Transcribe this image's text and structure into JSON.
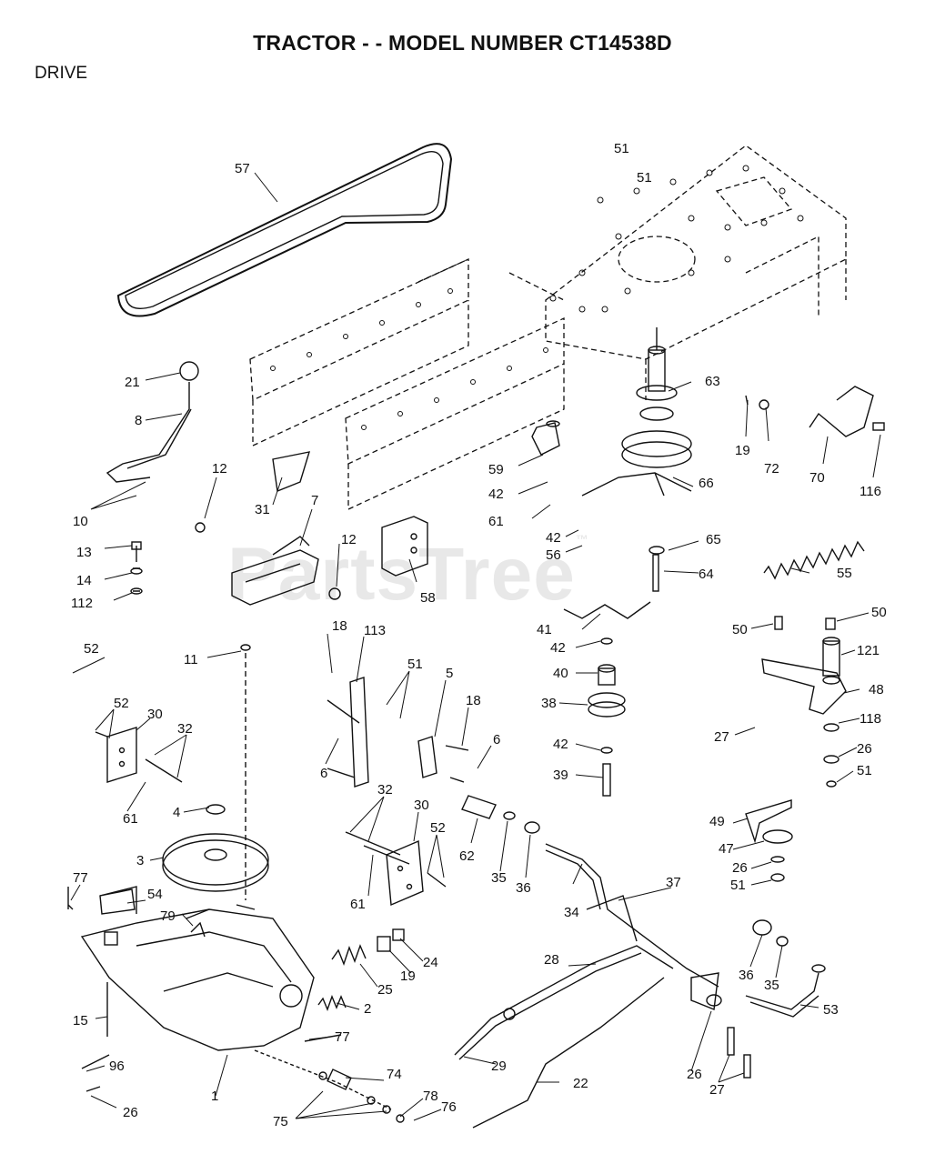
{
  "header": {
    "title": "TRACTOR - - MODEL NUMBER CT14538D",
    "section": "DRIVE"
  },
  "watermark": "PartsTree",
  "callouts": [
    {
      "id": "c57",
      "text": "57"
    },
    {
      "id": "c51a",
      "text": "51"
    },
    {
      "id": "c51b",
      "text": "51"
    },
    {
      "id": "c21",
      "text": "21"
    },
    {
      "id": "c8",
      "text": "8"
    },
    {
      "id": "c63",
      "text": "63"
    },
    {
      "id": "c19",
      "text": "19"
    },
    {
      "id": "c72",
      "text": "72"
    },
    {
      "id": "c70",
      "text": "70"
    },
    {
      "id": "c116",
      "text": "116"
    },
    {
      "id": "c12a",
      "text": "12"
    },
    {
      "id": "c7",
      "text": "7"
    },
    {
      "id": "c59",
      "text": "59"
    },
    {
      "id": "c66",
      "text": "66"
    },
    {
      "id": "c10",
      "text": "10"
    },
    {
      "id": "c31",
      "text": "31"
    },
    {
      "id": "c42a",
      "text": "42"
    },
    {
      "id": "c61a",
      "text": "61"
    },
    {
      "id": "c42b",
      "text": "42"
    },
    {
      "id": "c56",
      "text": "56"
    },
    {
      "id": "c65",
      "text": "65"
    },
    {
      "id": "c13",
      "text": "13"
    },
    {
      "id": "c12b",
      "text": "12"
    },
    {
      "id": "c64",
      "text": "64"
    },
    {
      "id": "c55",
      "text": "55"
    },
    {
      "id": "c14",
      "text": "14"
    },
    {
      "id": "c58",
      "text": "58"
    },
    {
      "id": "c112",
      "text": "112"
    },
    {
      "id": "c41",
      "text": "41"
    },
    {
      "id": "c50a",
      "text": "50"
    },
    {
      "id": "c50b",
      "text": "50"
    },
    {
      "id": "c18a",
      "text": "18"
    },
    {
      "id": "c113",
      "text": "113"
    },
    {
      "id": "c42c",
      "text": "42"
    },
    {
      "id": "c52a",
      "text": "52"
    },
    {
      "id": "c121",
      "text": "121"
    },
    {
      "id": "c11",
      "text": "11"
    },
    {
      "id": "c51c",
      "text": "51"
    },
    {
      "id": "c5",
      "text": "5"
    },
    {
      "id": "c40",
      "text": "40"
    },
    {
      "id": "c48",
      "text": "48"
    },
    {
      "id": "c52b",
      "text": "52"
    },
    {
      "id": "c30a",
      "text": "30"
    },
    {
      "id": "c32a",
      "text": "32"
    },
    {
      "id": "c18b",
      "text": "18"
    },
    {
      "id": "c38",
      "text": "38"
    },
    {
      "id": "c27a",
      "text": "27"
    },
    {
      "id": "c118",
      "text": "118"
    },
    {
      "id": "c6a",
      "text": "6"
    },
    {
      "id": "c6b",
      "text": "6"
    },
    {
      "id": "c42d",
      "text": "42"
    },
    {
      "id": "c26a",
      "text": "26"
    },
    {
      "id": "c61b",
      "text": "61"
    },
    {
      "id": "c39",
      "text": "39"
    },
    {
      "id": "c51d",
      "text": "51"
    },
    {
      "id": "c32b",
      "text": "32"
    },
    {
      "id": "c4",
      "text": "4"
    },
    {
      "id": "c30b",
      "text": "30"
    },
    {
      "id": "c52c",
      "text": "52"
    },
    {
      "id": "c49",
      "text": "49"
    },
    {
      "id": "c62",
      "text": "62"
    },
    {
      "id": "c47",
      "text": "47"
    },
    {
      "id": "c3",
      "text": "3"
    },
    {
      "id": "c35a",
      "text": "35"
    },
    {
      "id": "c36a",
      "text": "36"
    },
    {
      "id": "c26b",
      "text": "26"
    },
    {
      "id": "c61c",
      "text": "61"
    },
    {
      "id": "c37",
      "text": "37"
    },
    {
      "id": "c51e",
      "text": "51"
    },
    {
      "id": "c77a",
      "text": "77"
    },
    {
      "id": "c54",
      "text": "54"
    },
    {
      "id": "c34",
      "text": "34"
    },
    {
      "id": "c79",
      "text": "79"
    },
    {
      "id": "c24",
      "text": "24"
    },
    {
      "id": "c28",
      "text": "28"
    },
    {
      "id": "c36b",
      "text": "36"
    },
    {
      "id": "c35b",
      "text": "35"
    },
    {
      "id": "c19b",
      "text": "19"
    },
    {
      "id": "c25",
      "text": "25"
    },
    {
      "id": "c53",
      "text": "53"
    },
    {
      "id": "c2",
      "text": "2"
    },
    {
      "id": "c15",
      "text": "15"
    },
    {
      "id": "c77b",
      "text": "77"
    },
    {
      "id": "c29",
      "text": "29"
    },
    {
      "id": "c26c",
      "text": "26"
    },
    {
      "id": "c74",
      "text": "74"
    },
    {
      "id": "c96",
      "text": "96"
    },
    {
      "id": "c22",
      "text": "22"
    },
    {
      "id": "c78",
      "text": "78"
    },
    {
      "id": "c76",
      "text": "76"
    },
    {
      "id": "c27b",
      "text": "27"
    },
    {
      "id": "c1",
      "text": "1"
    },
    {
      "id": "c26d",
      "text": "26"
    },
    {
      "id": "c75",
      "text": "75"
    }
  ]
}
